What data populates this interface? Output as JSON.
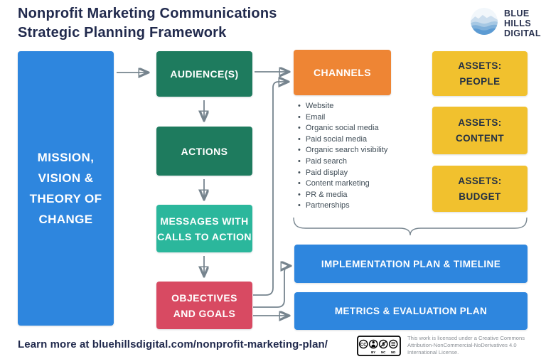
{
  "header": {
    "title": "Nonprofit Marketing Communications\nStrategic Planning Framework",
    "logo": {
      "line1": "BLUE",
      "line2": "HILLS",
      "line3": "DIGITAL"
    }
  },
  "flow": {
    "mission": "MISSION,\nVISION &\nTHEORY OF\nCHANGE",
    "audience": "AUDIENCE(S)",
    "actions": "ACTIONS",
    "messages": "MESSAGES WITH\nCALLS TO ACTION",
    "objectives": "OBJECTIVES\nAND GOALS"
  },
  "channels": {
    "title": "CHANNELS",
    "items": [
      "Website",
      "Email",
      "Organic social media",
      "Paid social media",
      "Organic search visibility",
      "Paid search",
      "Paid display",
      "Content marketing",
      "PR & media",
      "Partnerships"
    ]
  },
  "assets": {
    "people": "ASSETS:\nPEOPLE",
    "content": "ASSETS:\nCONTENT",
    "budget": "ASSETS:\nBUDGET"
  },
  "plans": {
    "implementation": "IMPLEMENTATION PLAN & TIMELINE",
    "metrics": "METRICS & EVALUATION PLAN"
  },
  "footer": {
    "learn_more": "Learn more at bluehillsdigital.com/nonprofit-marketing-plan/",
    "license": "This work is licensed under a Creative Commons\nAttribution-NonCommercial-NoDerivatives 4.0\nInternational License.",
    "cc_labels": {
      "cc": "CC",
      "by": "BY",
      "nc": "NC",
      "nd": "ND"
    }
  },
  "colors": {
    "blue": "#2e86de",
    "green": "#1e7b5e",
    "teal": "#2bb79c",
    "red": "#d84a62",
    "orange": "#ee8534",
    "yellow": "#f1c12e",
    "navy_text": "#212a4d",
    "arrow_gray": "#76848e",
    "list_text": "#3f4c56",
    "license_text": "#8b9096"
  }
}
